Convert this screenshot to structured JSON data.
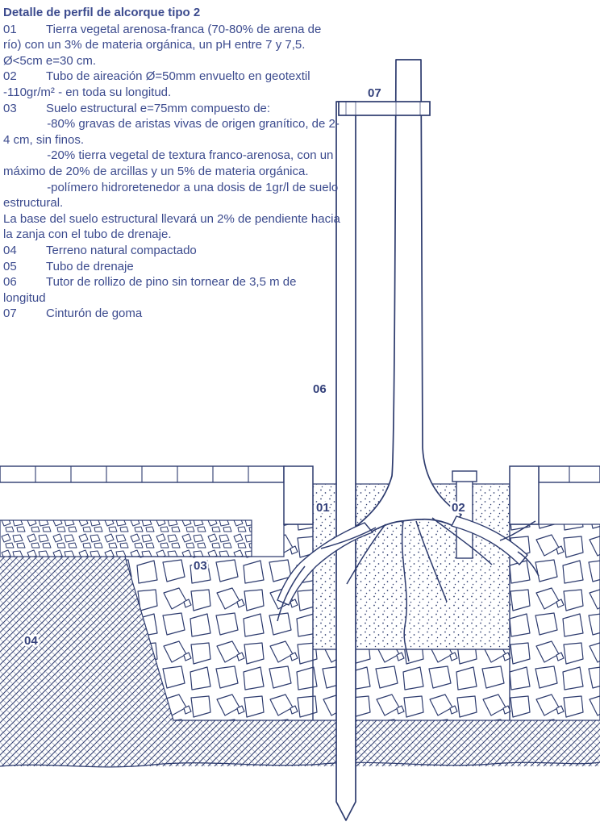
{
  "colors": {
    "ink_text": "#3c4b8e",
    "ink_line": "#2d3b6e",
    "paper": "#ffffff"
  },
  "title": "Detalle de perfil de alcorque tipo 2",
  "legend": {
    "items": [
      {
        "num": "01",
        "text": "Tierra vegetal arenosa-franca (70-80% de arena de río) con un 3% de materia orgánica, un pH entre 7 y 7,5. Ø<5cm e=30 cm."
      },
      {
        "num": "02",
        "text": "Tubo de aireación Ø=50mm envuelto en geotextil -110gr/m² - en toda su longitud."
      },
      {
        "num": "03",
        "text": "Suelo estructural e=75mm compuesto de:\n             -80% gravas de aristas vivas de origen granítico, de 2-4 cm, sin finos.\n             -20% tierra vegetal de textura franco-arenosa, con un máximo de 20% de arcillas y un 5% de materia orgánica.\n             -polímero hidroretenedor a una dosis de 1gr/l de suelo estructural.\nLa base del suelo estructural llevará un 2% de pendiente hacia la zanja con el tubo de drenaje."
      },
      {
        "num": "04",
        "text": "Terreno natural compactado"
      },
      {
        "num": "05",
        "text": "Tubo de drenaje"
      },
      {
        "num": "06",
        "text": "Tutor de rollizo de pino sin tornear de 3,5 m de longitud"
      },
      {
        "num": "07",
        "text": "Cinturón de goma"
      }
    ]
  },
  "drawing": {
    "labels": {
      "l01": "01",
      "l02": "02",
      "l03": "03",
      "l04": "04",
      "l06": "06",
      "l07": "07"
    }
  }
}
